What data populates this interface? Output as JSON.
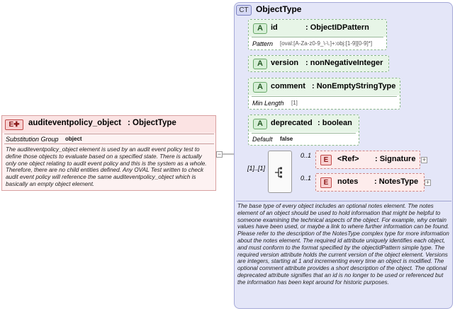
{
  "complex_type": {
    "badge": "CT",
    "name": "ObjectType",
    "description": "The base type of every object includes an optional notes element. The notes element of an object should be used to hold information that might be helpful to someone examining the technical aspects of the object. For example, why certain values have been used, or maybe a link to where further information can be found. Please refer to the description of the NotesType complex type for more information about the notes element. The required id attribute uniquely identifies each object, and must conform to the format specified by the objectidPattern simple type. The required version attribute holds the current version of the object element. Versions are integers, starting at 1 and incrementing every time an object is modified. The optional comment attribute provides a short description of the object. The optional deprecated attribute signifies that an id is no longer to be used or referenced but the information has been kept around for historic purposes."
  },
  "attributes": [
    {
      "badge": "A",
      "name": "id",
      "type": ": ObjectIDPattern",
      "facet_key": "Pattern",
      "facet_value": "[oval:[A-Za-z0-9_\\-\\.]+:obj:[1-9][0-9]*]"
    },
    {
      "badge": "A",
      "name": "version",
      "type": ": nonNegativeInteger"
    },
    {
      "badge": "A",
      "name": "comment",
      "type": ": NonEmptyStringType",
      "facet_key": "Min Length",
      "facet_value": "[1]"
    },
    {
      "badge": "A",
      "name": "deprecated",
      "type": ": boolean",
      "facet_key": "Default",
      "facet_value": "false"
    }
  ],
  "element": {
    "badge": "E",
    "name": "auditeventpolicy_object",
    "type": ": ObjectType",
    "substitution_label": "Substitution Group",
    "substitution_value": "object",
    "description": "The auditeventpolicy_object element is used by an audit event policy test to define those objects to evaluate based on a specified state. There is actually only one object relating to audit event policy and this is the system as a whole. Therefore, there are no child entities defined. Any OVAL Test written to check audit event policy will reference the same auditeventpolicy_object which is basically an empty object element."
  },
  "sequence": {
    "occurrence": "[1]..[1]"
  },
  "children": [
    {
      "badge": "E",
      "name": "<Ref>",
      "type": ": Signature",
      "occurrence": "0..1"
    },
    {
      "badge": "E",
      "name": "notes",
      "type": ": NotesType",
      "occurrence": "0..1"
    }
  ],
  "icons": {
    "collapse": "minus-icon",
    "expand": "plus-icon",
    "sequence": "sequence-compositor-icon"
  }
}
